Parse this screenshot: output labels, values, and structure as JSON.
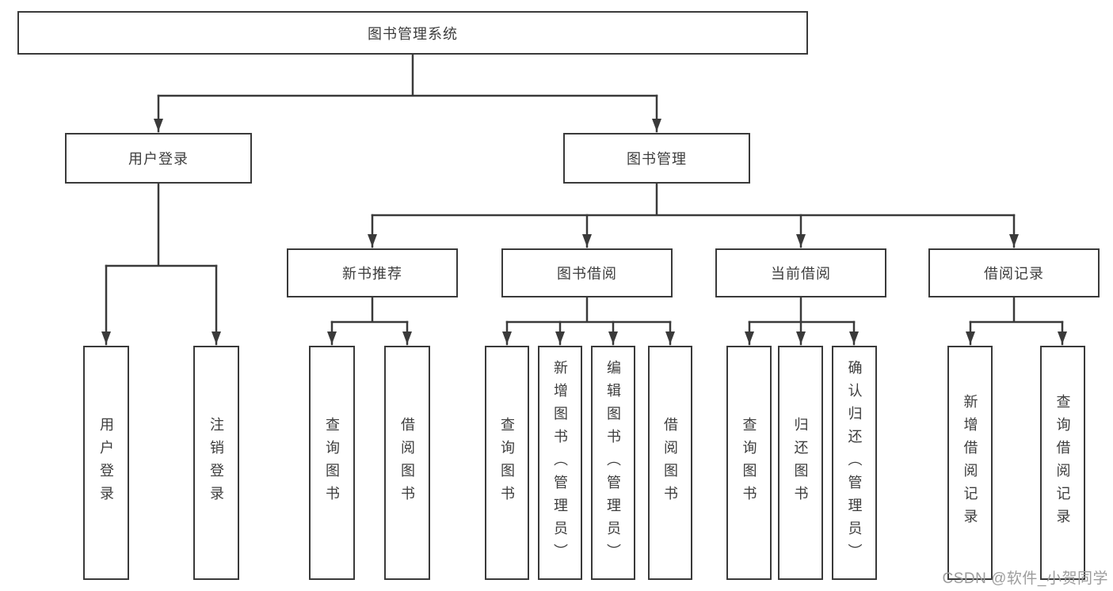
{
  "diagram": {
    "title": "图书管理系统",
    "root": {
      "label": "图书管理系统"
    },
    "level2": {
      "user_login": {
        "label": "用户登录"
      },
      "book_management": {
        "label": "图书管理"
      }
    },
    "level3": {
      "new_book_recommend": {
        "label": "新书推荐"
      },
      "book_borrow": {
        "label": "图书借阅"
      },
      "current_borrow": {
        "label": "当前借阅"
      },
      "borrow_records": {
        "label": "借阅记录"
      }
    },
    "leaves": {
      "user_login": [
        "用户登录",
        "注销登录"
      ],
      "new_book_recommend": [
        "查询图书",
        "借阅图书"
      ],
      "book_borrow": [
        "查询图书",
        "新增图书（管理员）",
        "编辑图书（管理员）",
        "借阅图书"
      ],
      "current_borrow": [
        "查询图书",
        "归还图书",
        "确认归还（管理员）"
      ],
      "borrow_records": [
        "新增借阅记录",
        "查询借阅记录"
      ]
    }
  },
  "watermark": "CSDN @软件_小贺同学",
  "colors": {
    "line": "#3a3a3a",
    "text": "#3d3d3d",
    "watermark": "#9d9d9d",
    "background": "#ffffff"
  }
}
